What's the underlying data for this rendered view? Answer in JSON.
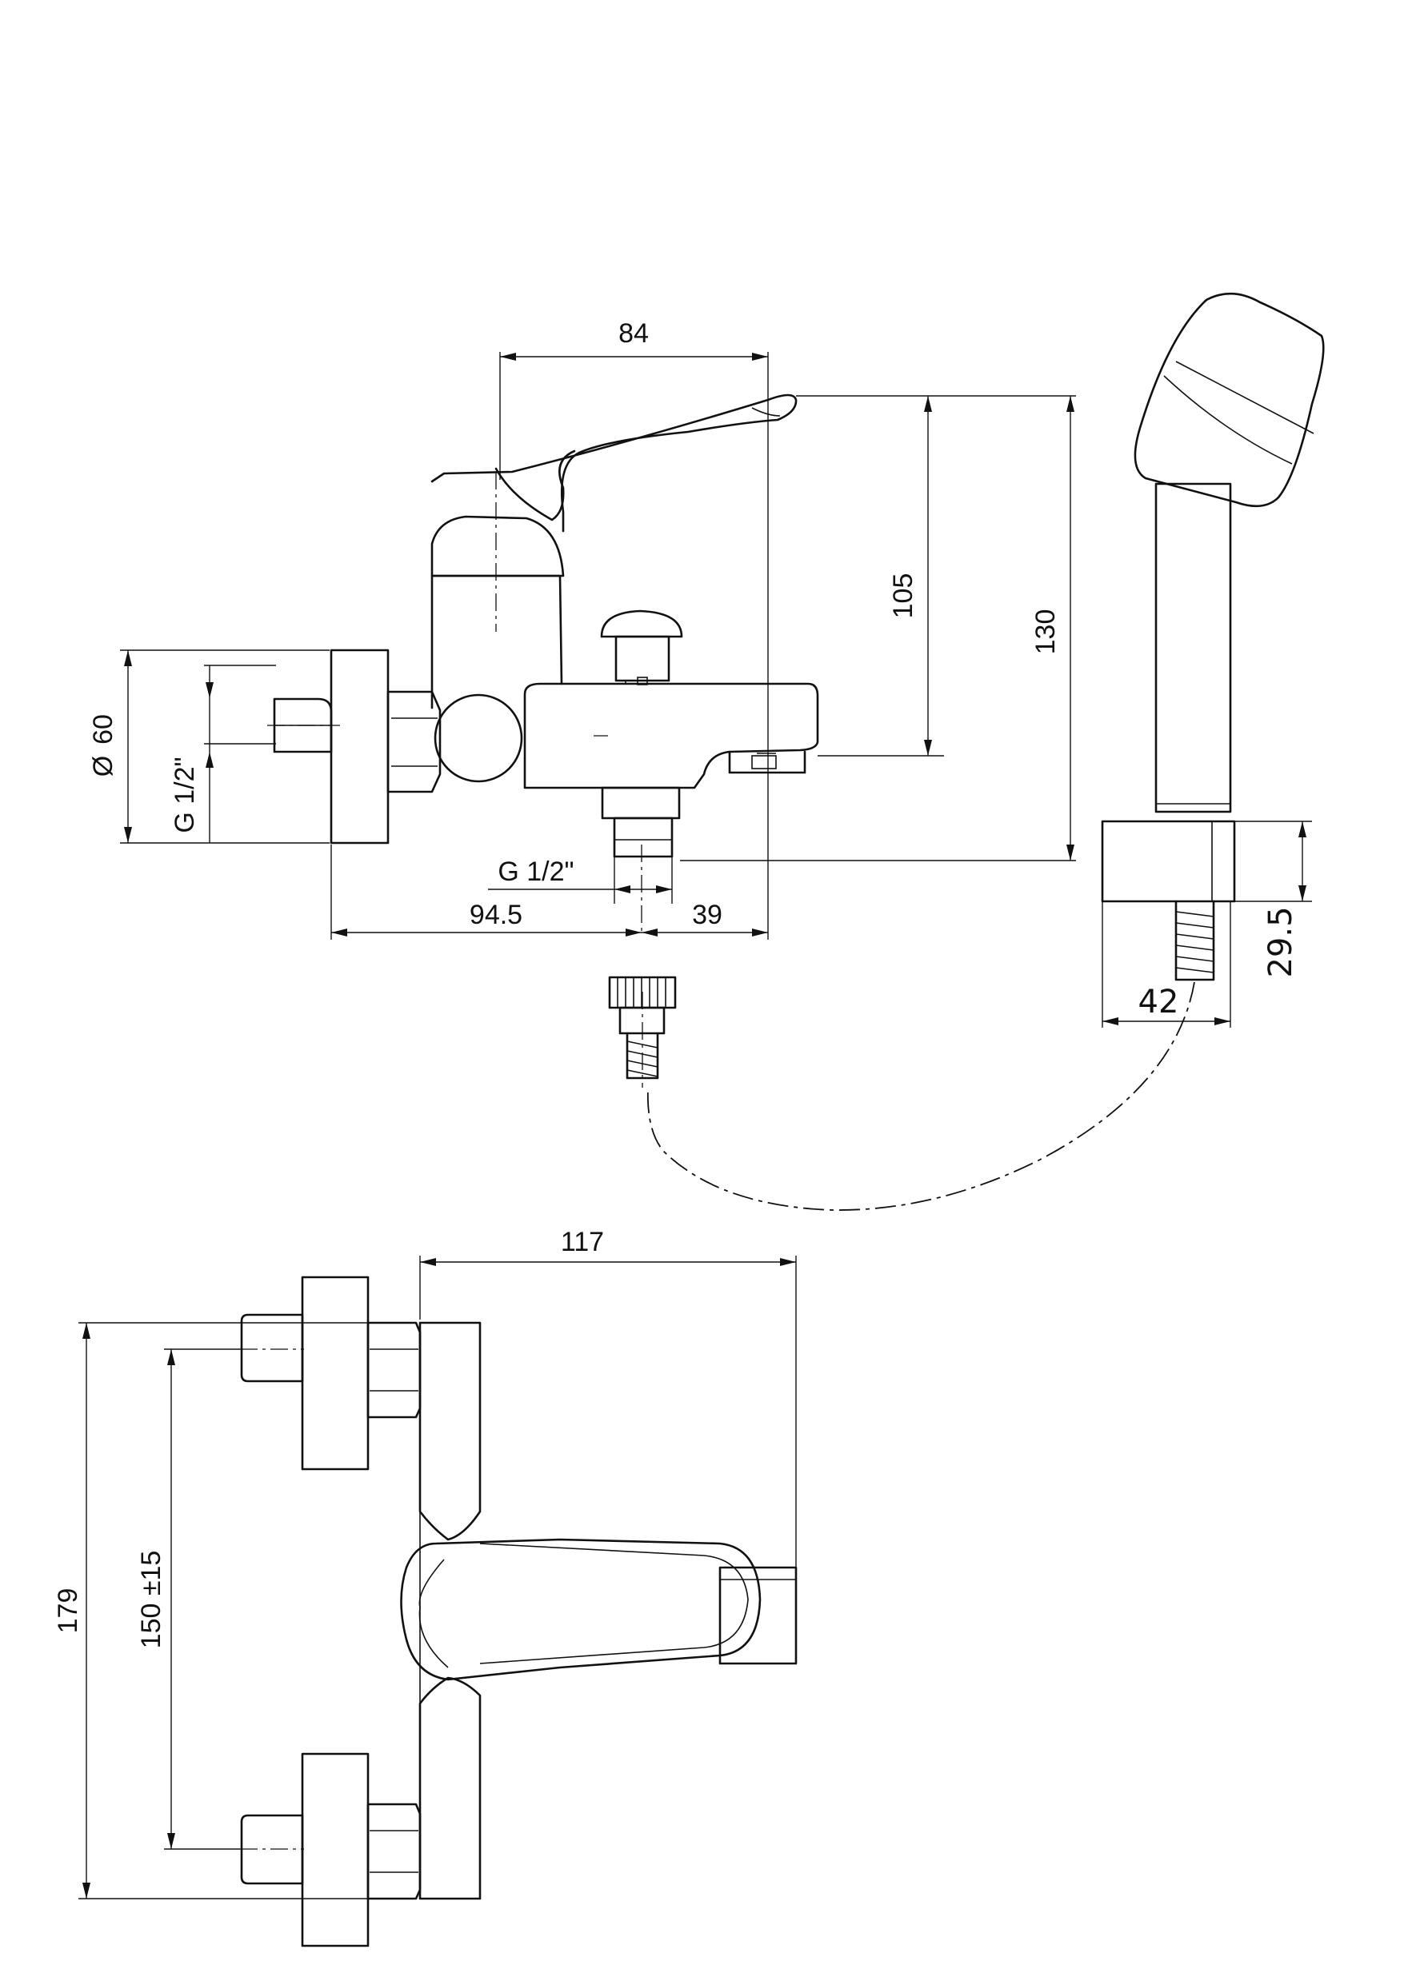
{
  "dimensions": {
    "width_84": "84",
    "height_105": "105",
    "height_130": "130",
    "diameter_60": "60",
    "diameter_symbol": "Ø",
    "thread_left": "G 1/2\"",
    "thread_bottom": "G 1/2\"",
    "dist_94_5": "94.5",
    "dist_39": "39",
    "holder_29_5": "29.5",
    "holder_42": "42",
    "width_117": "117",
    "height_179": "179",
    "centers_150": "150 ±15"
  }
}
